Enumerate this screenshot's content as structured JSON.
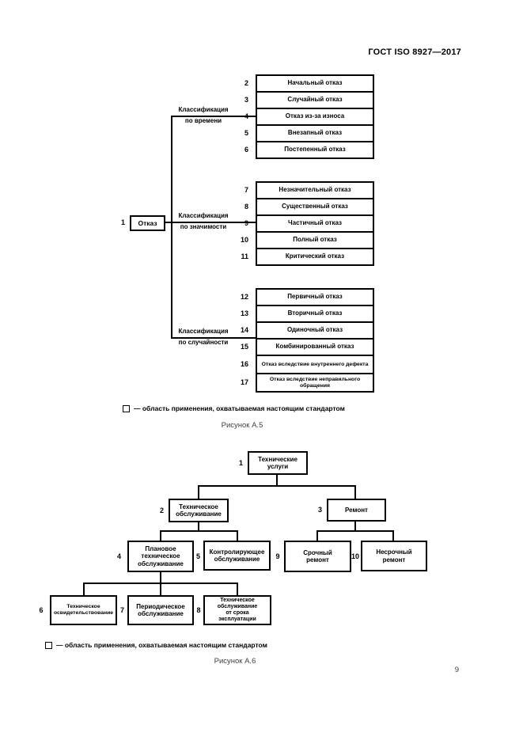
{
  "header": {
    "title": "ГОСТ ISO 8927—2017"
  },
  "footer": {
    "page_number": "9"
  },
  "figure_a5": {
    "caption": "Рисунок А.5",
    "legend_text": "— область применения, охватываемая настоящим стандартом",
    "root": {
      "num": "1",
      "label": "Отказ"
    },
    "groups": [
      {
        "label1": "Классификация",
        "label2": "по времени",
        "items": [
          {
            "num": "2",
            "label": "Начальный отказ"
          },
          {
            "num": "3",
            "label": "Случайный отказ"
          },
          {
            "num": "4",
            "label": "Отказ из-за износа"
          },
          {
            "num": "5",
            "label": "Внезапный отказ"
          },
          {
            "num": "6",
            "label": "Постепенный отказ"
          }
        ]
      },
      {
        "label1": "Классификация",
        "label2": "по значимости",
        "items": [
          {
            "num": "7",
            "label": "Незначительный отказ"
          },
          {
            "num": "8",
            "label": "Существенный отказ"
          },
          {
            "num": "9",
            "label": "Частичный отказ"
          },
          {
            "num": "10",
            "label": "Полный отказ"
          },
          {
            "num": "11",
            "label": "Критический отказ"
          }
        ]
      },
      {
        "label1": "Классификация",
        "label2": "по случайности",
        "items": [
          {
            "num": "12",
            "label": "Первичный отказ"
          },
          {
            "num": "13",
            "label": "Вторичный отказ"
          },
          {
            "num": "14",
            "label": "Одиночный отказ"
          },
          {
            "num": "15",
            "label": "Комбинированный отказ"
          },
          {
            "num": "16",
            "label": "Отказ вследствие внутреннего дефекта"
          },
          {
            "num": "17",
            "label": "Отказ вследствие неправильного обращения"
          }
        ]
      }
    ]
  },
  "figure_a6": {
    "caption": "Рисунок А.6",
    "legend_text": "— область применения, охватываемая настоящим стандартом",
    "nodes": {
      "n1": {
        "num": "1",
        "label": "Технические услуги"
      },
      "n2": {
        "num": "2",
        "label": "Техническое обслуживание"
      },
      "n3": {
        "num": "3",
        "label": "Ремонт"
      },
      "n4": {
        "num": "4",
        "label": "Плановое техническое обслуживание"
      },
      "n5": {
        "num": "5",
        "label": "Контролирующее обслуживание"
      },
      "n6": {
        "num": "6",
        "label": "Техническое освидетельствование"
      },
      "n7": {
        "num": "7",
        "label": "Периодическое обслуживание"
      },
      "n8": {
        "num": "8",
        "label": "Техническое обслуживание от срока эксплуатации"
      },
      "n9": {
        "num": "9",
        "label": "Срочный ремонт"
      },
      "n10": {
        "num": "10",
        "label": "Несрочный ремонт"
      }
    }
  },
  "colors": {
    "line": "#000000",
    "text": "#000000",
    "caption": "#404040",
    "background": "#ffffff"
  }
}
